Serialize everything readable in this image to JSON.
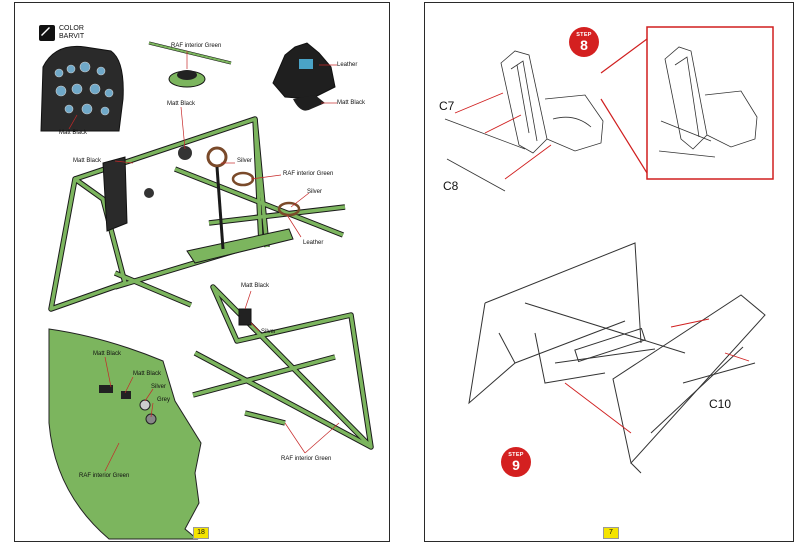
{
  "left_page": {
    "color_key": {
      "line1": "COLOR",
      "line2": "BARVIT"
    },
    "labels": {
      "raf_top": "RAF interior Green",
      "leather_top": "Leather",
      "matt_black_right": "Matt Black",
      "matt_black_panel": "Matt Black",
      "matt_black_center": "Matt Black",
      "matt_black_mid": "Matt Black",
      "silver_1": "Silver",
      "raf_mid": "RAF interior Green",
      "silver_2": "Silver",
      "leather_mid": "Leather",
      "matt_black_low": "Matt Black",
      "silver_3": "Silver",
      "matt_black_side1": "Matt Black",
      "matt_black_side2": "Matt Black",
      "silver_side": "Silver",
      "grey_side": "Grey",
      "raf_side": "RAF interior Green",
      "raf_bottom": "RAF interior Green"
    },
    "page_number": "18",
    "colors": {
      "green": "#7cb55e",
      "dark": "#222222",
      "outline": "#1a1a1a",
      "callout": "#c62828"
    }
  },
  "right_page": {
    "steps": [
      {
        "label": "STEP",
        "number": "8"
      },
      {
        "label": "STEP",
        "number": "9"
      }
    ],
    "part_labels": {
      "c7": "C7",
      "c8": "C8",
      "c10": "C10"
    },
    "page_number": "7",
    "colors": {
      "arrow": "#d01f1f",
      "line": "#333333"
    }
  }
}
